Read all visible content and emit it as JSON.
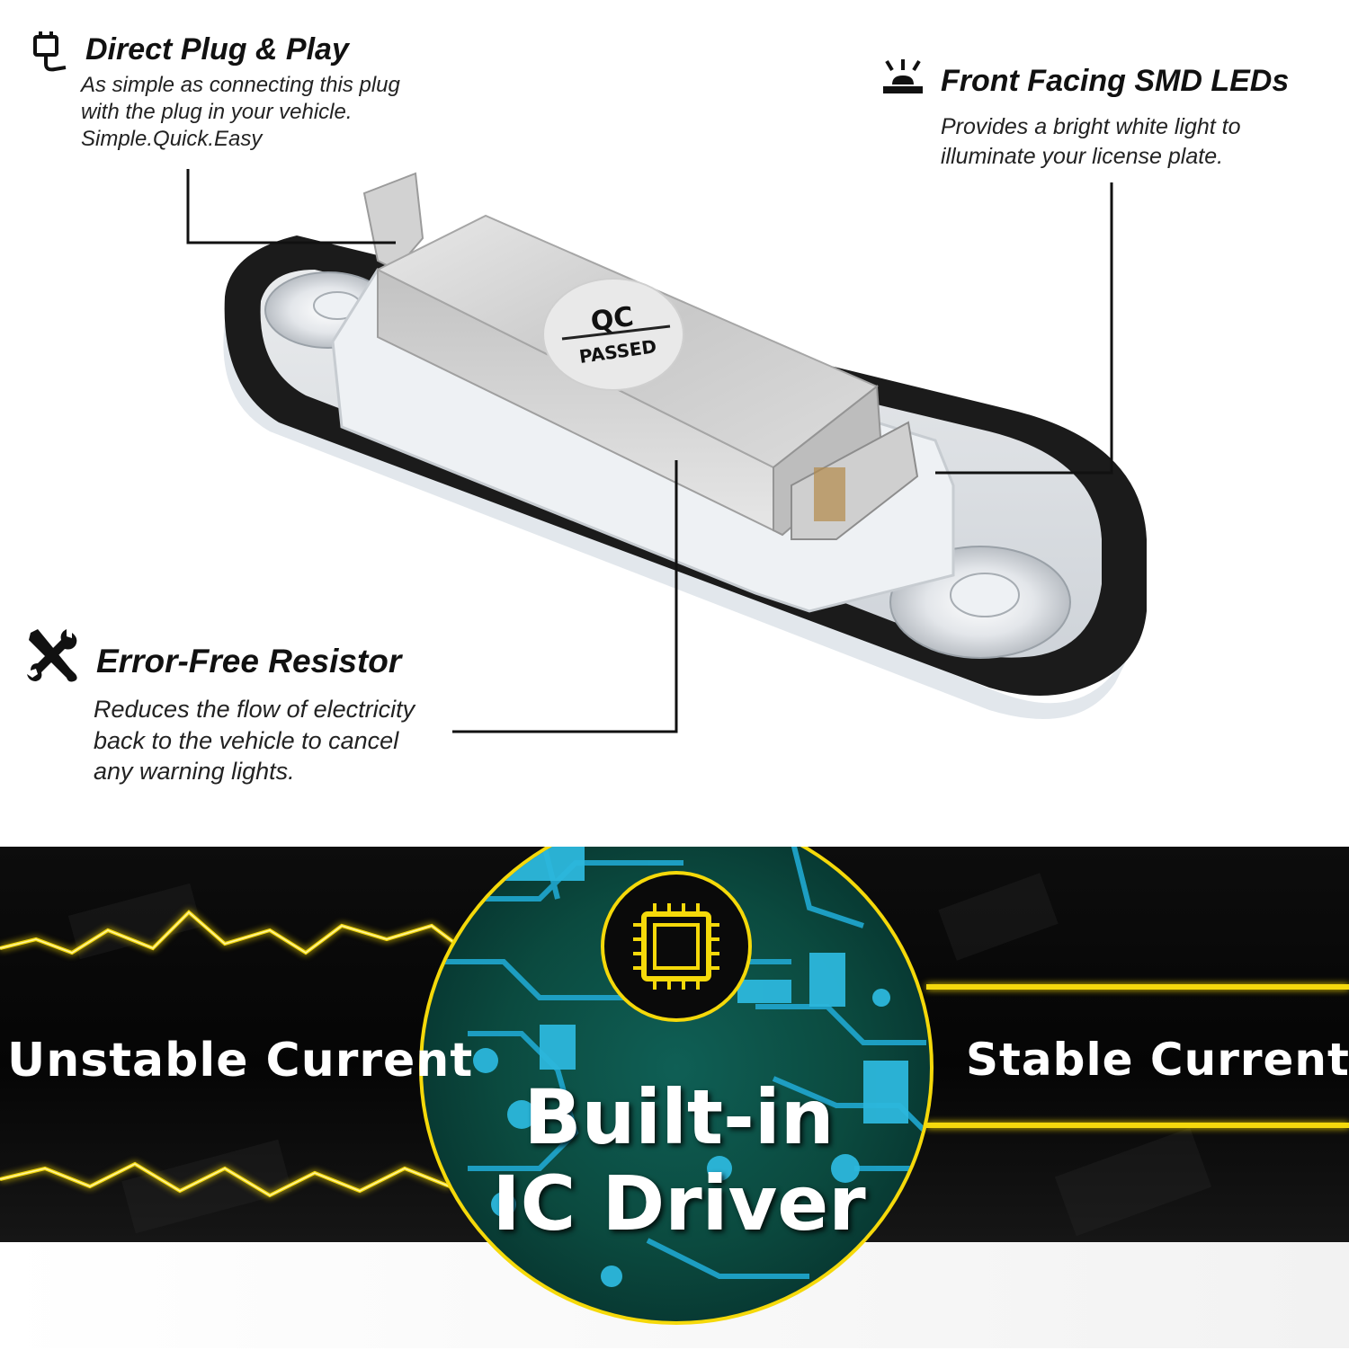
{
  "features": {
    "plug": {
      "icon": "plug-icon",
      "title": "Direct Plug & Play",
      "lines": [
        "As simple as connecting this plug",
        "with the plug in your vehicle.",
        "Simple.Quick.Easy"
      ]
    },
    "leds": {
      "icon": "led-light-icon",
      "title": "Front Facing SMD LEDs",
      "lines": [
        "Provides a bright white light to",
        "illuminate your license plate."
      ]
    },
    "resistor": {
      "icon": "tools-icon",
      "title": "Error-Free Resistor",
      "lines": [
        "Reduces the flow of electricity",
        "back to the vehicle to cancel",
        "any warning lights."
      ]
    }
  },
  "product": {
    "sticker_line1": "QC",
    "sticker_line2": "PASSED"
  },
  "banner": {
    "left_label": "Unstable Current",
    "right_label": "Stable Current",
    "center_line1": "Built-in",
    "center_line2": "IC Driver",
    "center_icon": "chip-icon",
    "accent_color": "#f5d90a",
    "circuit_color": "#1fa3c9"
  }
}
